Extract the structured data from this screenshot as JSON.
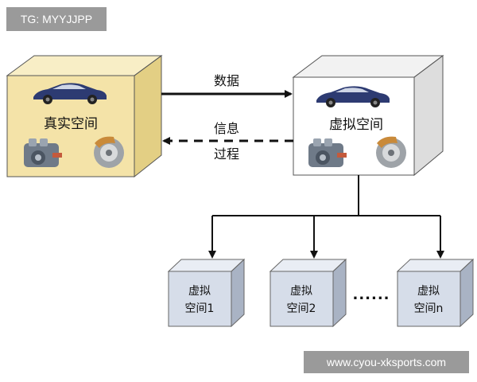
{
  "watermarks": {
    "top_left": "TG: MYYJJPP",
    "bottom_right": "www.cyou-xksports.com"
  },
  "real_space": {
    "label": "真实空间",
    "icons": [
      "car-icon",
      "engine-icon",
      "brake-caliper-icon"
    ]
  },
  "virtual_space": {
    "label": "虚拟空间",
    "icons": [
      "car-icon",
      "engine-icon",
      "brake-caliper-icon"
    ]
  },
  "edges": {
    "data_label": "数据",
    "info_label_line1": "信息",
    "info_label_line2": "过程"
  },
  "sub_spaces": [
    {
      "line1": "虚拟",
      "line2": "空间1"
    },
    {
      "line1": "虚拟",
      "line2": "空间2"
    },
    {
      "line1": "虚拟",
      "line2": "空间n"
    }
  ],
  "ellipsis": "......",
  "colors": {
    "real_front": "#f4e3a8",
    "real_top": "#f8eec6",
    "real_side": "#e3cf84",
    "virtual_front": "#ffffff",
    "virtual_top": "#f2f2f2",
    "virtual_side": "#dddddd",
    "sub_front": "#d6dde9",
    "sub_top": "#e9edf4",
    "sub_side": "#a9b3c4",
    "car_body": "#2d3b72"
  }
}
